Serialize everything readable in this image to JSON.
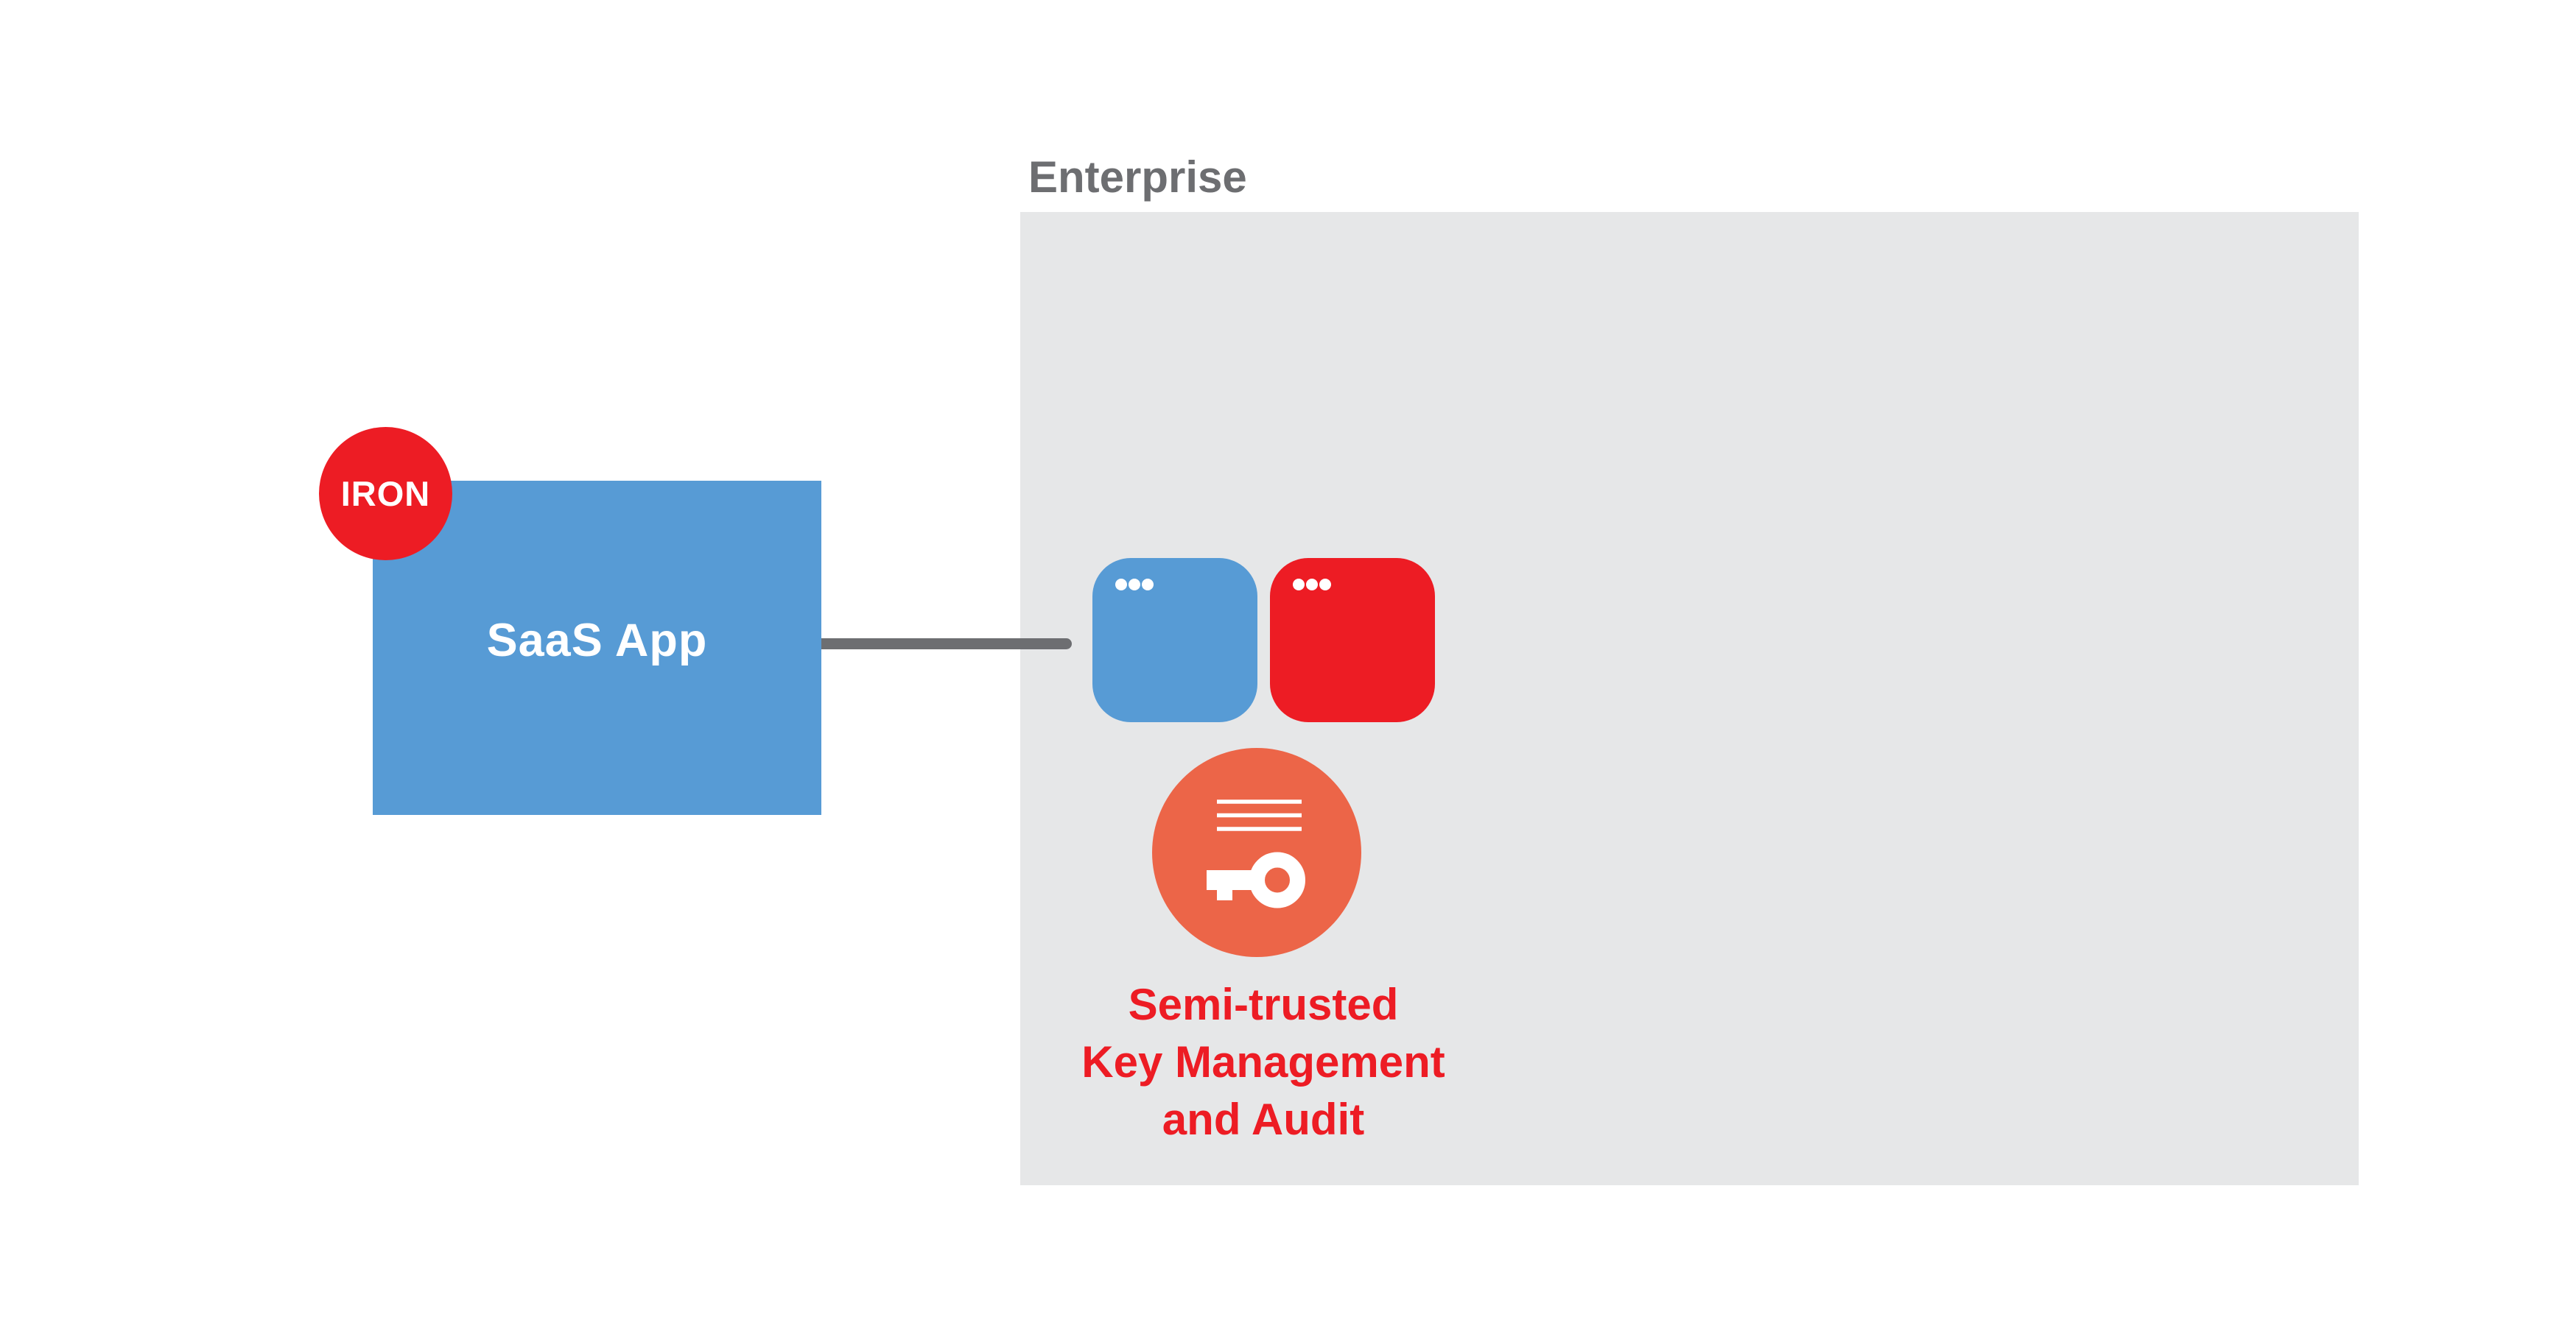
{
  "colors": {
    "background": "#FFFFFF",
    "blue": "#579BD5",
    "red": "#ED1C24",
    "orange": "#EC6548",
    "panel_gray": "#E6E7E8",
    "gray_text": "#6D6E71",
    "connector_gray": "#6D6E71",
    "white": "#FFFFFF"
  },
  "enterprise": {
    "label": "Enterprise"
  },
  "saas_app": {
    "label": "SaaS App",
    "badge_label": "IRON"
  },
  "tiles": {
    "blue_tile_icon": "window-dots-icon",
    "red_tile_icon": "window-dots-icon"
  },
  "kms": {
    "icon": "key-audit-icon",
    "label_lines": [
      "Semi-trusted",
      "Key Management",
      "and Audit"
    ]
  }
}
